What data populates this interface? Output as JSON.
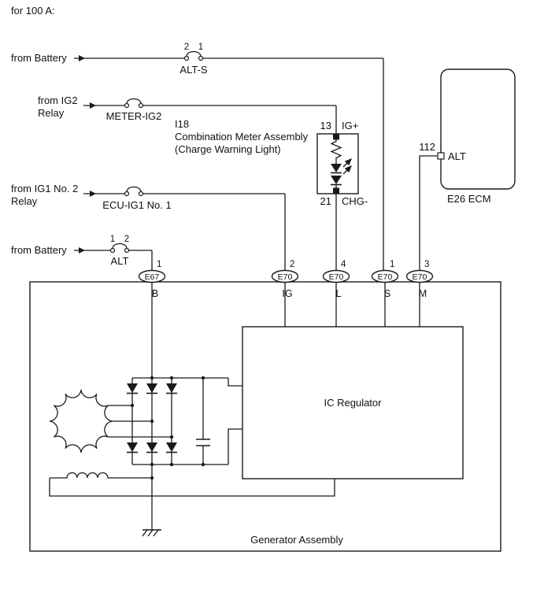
{
  "page": {
    "title": "for 100 A:"
  },
  "colors": {
    "line": "#1a1a1a",
    "background": "#ffffff"
  },
  "feeds": {
    "alt_s": {
      "source": "from Battery",
      "pin_left": "2",
      "pin_right": "1",
      "fuse": "ALT-S"
    },
    "ig2": {
      "source1": "from IG2",
      "source2": "Relay",
      "fuse": "METER-IG2"
    },
    "ig1": {
      "source1": "from IG1 No. 2",
      "source2": "Relay",
      "fuse": "ECU-IG1 No. 1"
    },
    "alt": {
      "source": "from Battery",
      "pin_left": "1",
      "pin_right": "2",
      "fuse": "ALT"
    }
  },
  "meter": {
    "id": "I18",
    "name": "Combination Meter Assembly",
    "subtitle": "(Charge Warning Light)",
    "pin_top": "13",
    "pin_top_label": "IG+",
    "pin_bottom": "21",
    "pin_bottom_label": "CHG-"
  },
  "ecm": {
    "pin": "112",
    "pin_label": "ALT",
    "label": "E26 ECM"
  },
  "connectors": [
    {
      "pin": "1",
      "code": "E67",
      "terminal": "B"
    },
    {
      "pin": "2",
      "code": "E70",
      "terminal": "IG"
    },
    {
      "pin": "4",
      "code": "E70",
      "terminal": "L"
    },
    {
      "pin": "1",
      "code": "E70",
      "terminal": "S"
    },
    {
      "pin": "3",
      "code": "E70",
      "terminal": "M"
    }
  ],
  "generator": {
    "label": "Generator Assembly",
    "regulator_label": "IC Regulator"
  }
}
